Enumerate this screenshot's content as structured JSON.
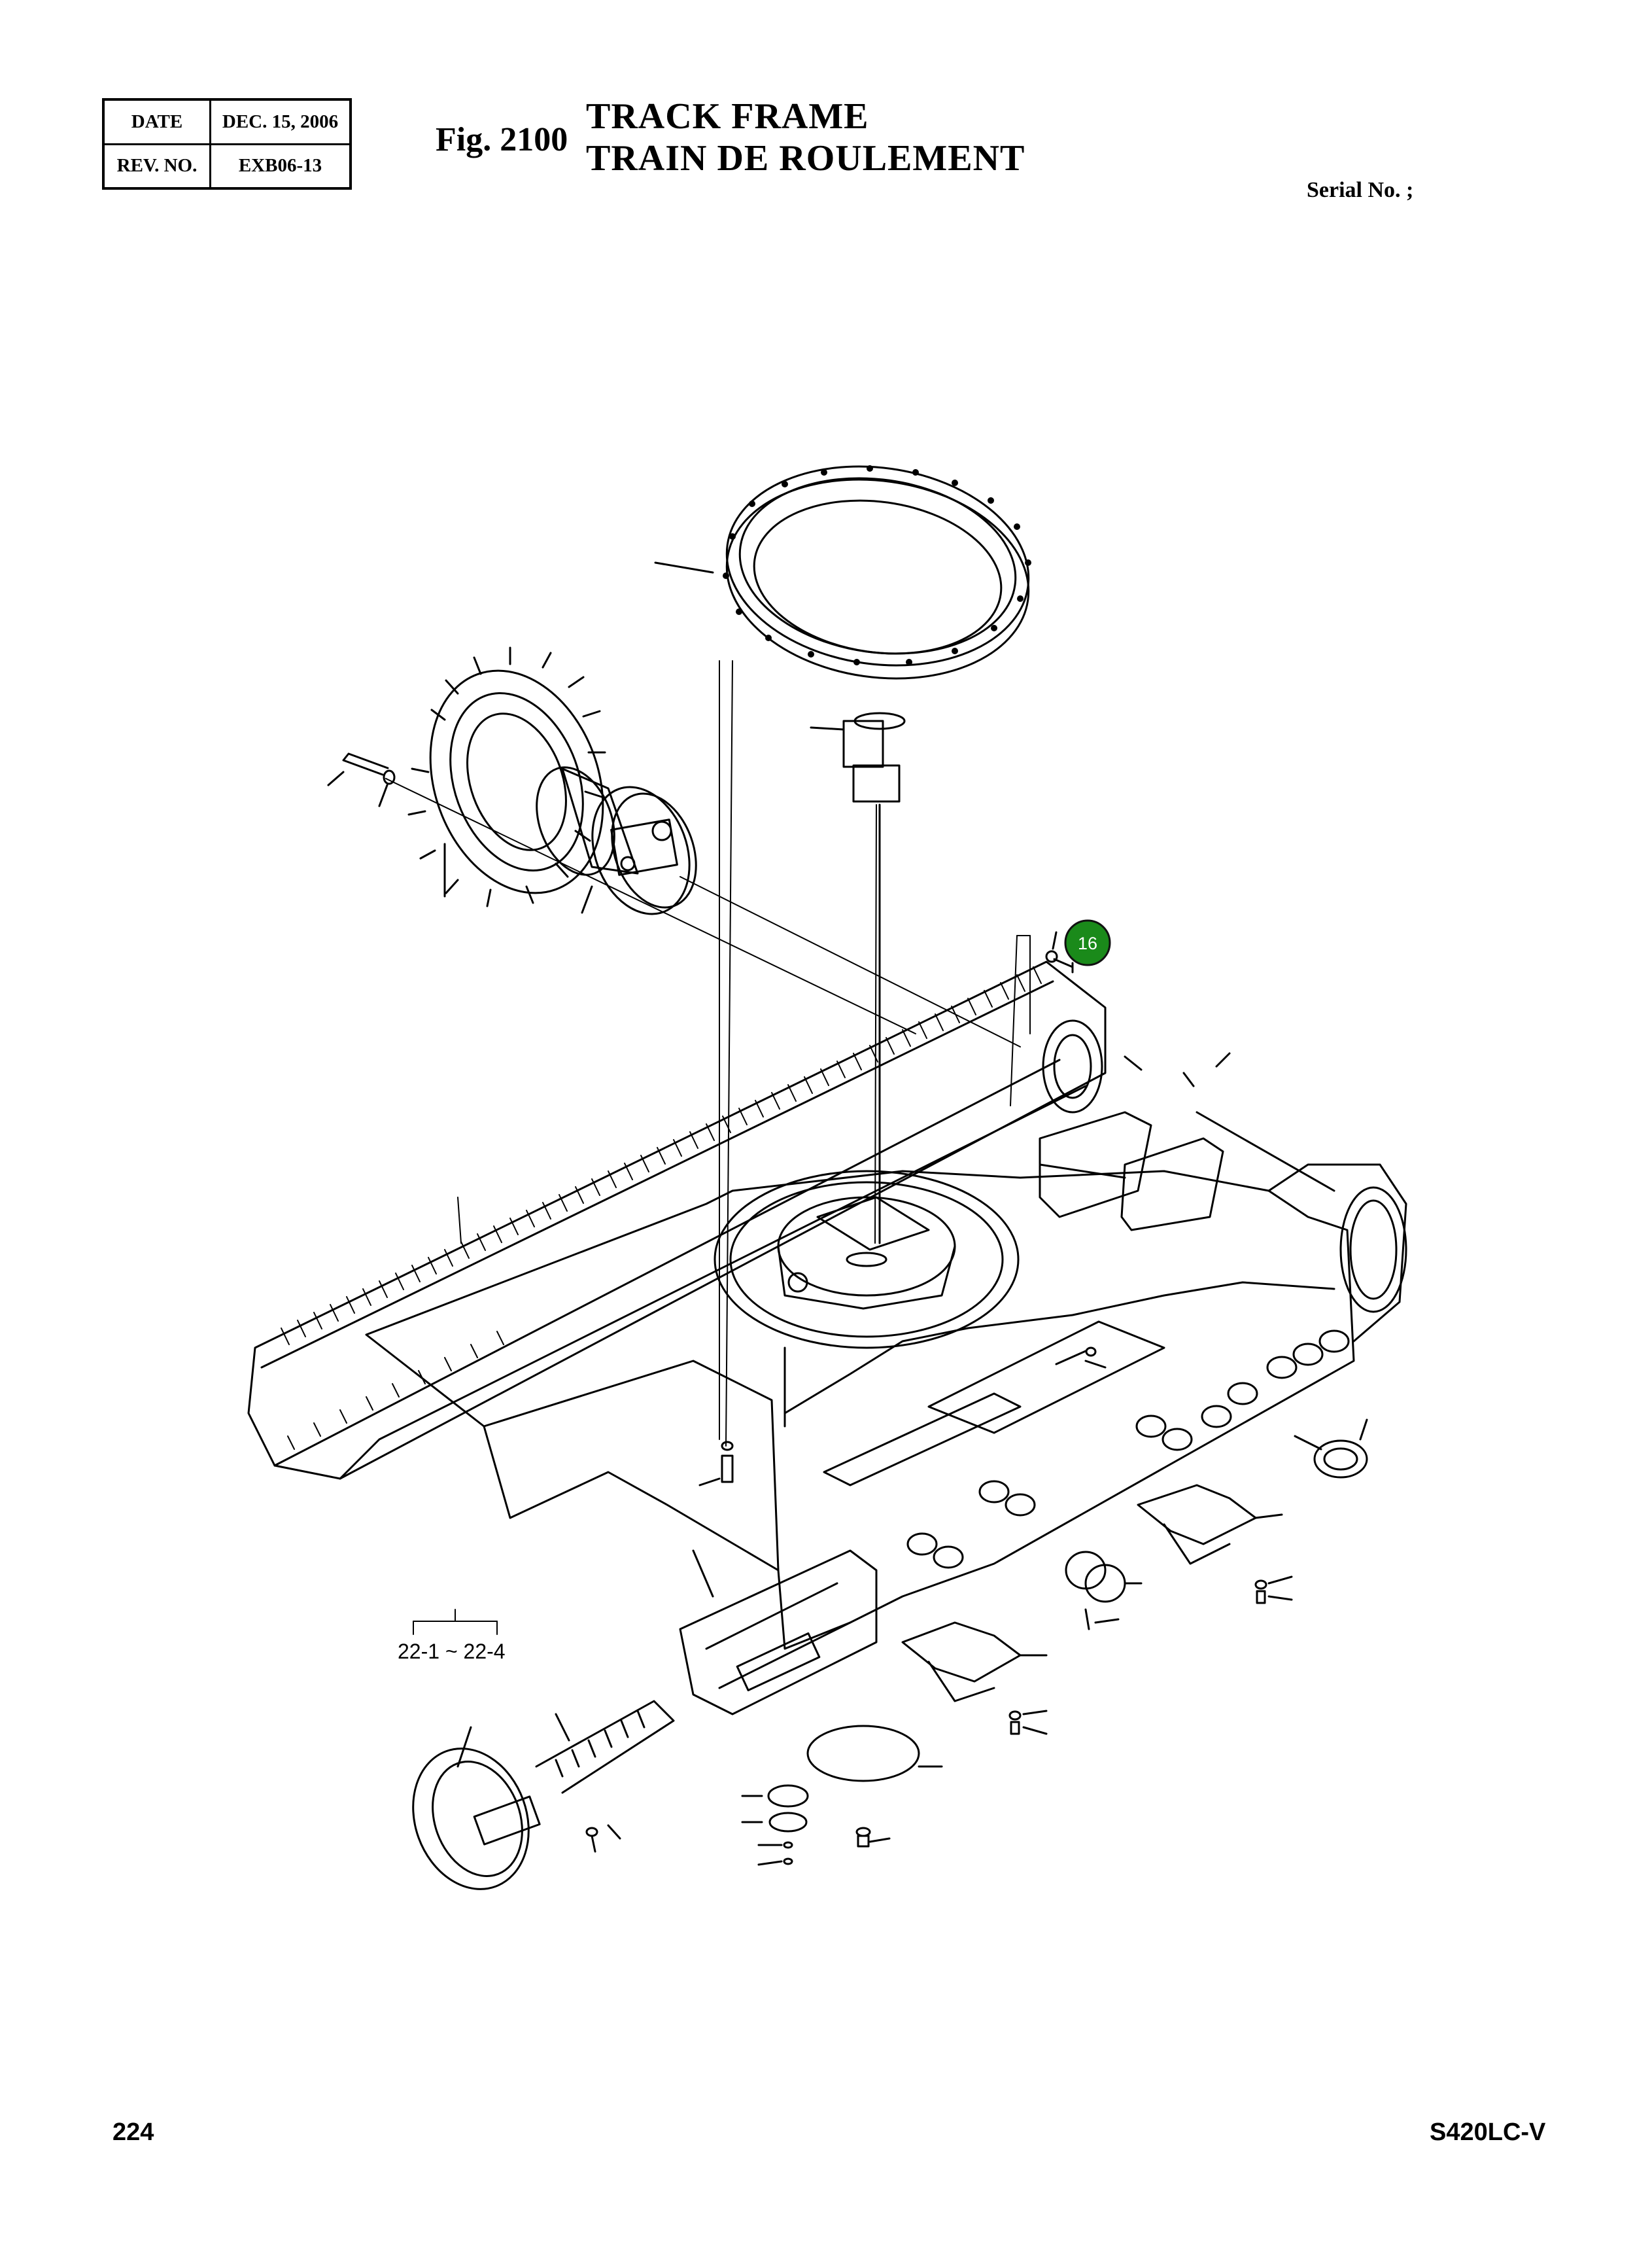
{
  "header": {
    "date_label": "DATE",
    "date_value": "DEC. 15, 2006",
    "rev_label": "REV. NO.",
    "rev_value": "EXB06-13"
  },
  "figure": {
    "number": "Fig. 2100",
    "title_en": "TRACK FRAME",
    "title_fr": "TRAIN DE ROULEMENT",
    "serial": "Serial No. ;"
  },
  "callouts": {
    "c16": "16",
    "range": "22-1 ~ 22-4"
  },
  "colors": {
    "callout_fill": "#1a8a1a"
  },
  "footer": {
    "page": "224",
    "model": "S420LC-V"
  }
}
